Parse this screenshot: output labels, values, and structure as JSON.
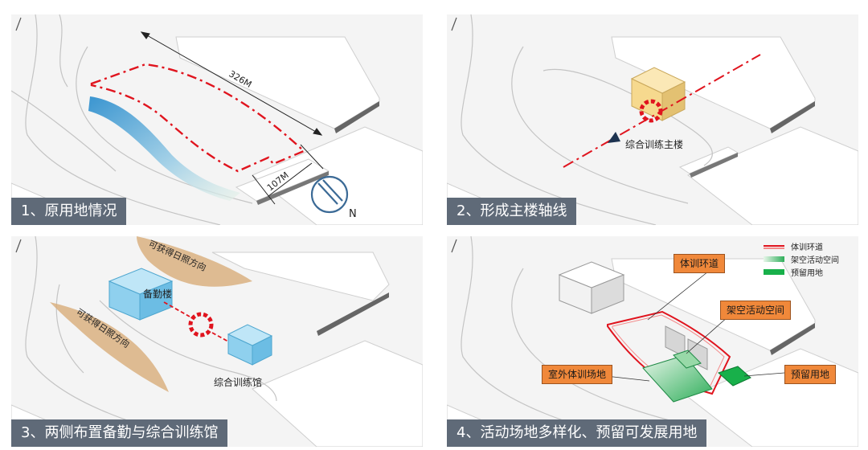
{
  "panels": [
    {
      "caption": "1、原用地情况",
      "length_label": "326M",
      "width_label": "107M",
      "compass_label": "N"
    },
    {
      "caption": "2、形成主楼轴线",
      "building_label": "综合训练主楼"
    },
    {
      "caption": "3、两侧布置备勤与综合训练馆",
      "sun_label_1": "可获得日照方向",
      "sun_label_2": "可获得日照方向",
      "building_a": "备勤楼",
      "building_b": "综合训练馆"
    },
    {
      "caption": "4、活动场地多样化、预留可发展用地",
      "callouts": [
        "体训环道",
        "架空活动空间",
        "室外体训场地",
        "预留用地"
      ],
      "legend": [
        "体训环道",
        "架空活动空间",
        "预留用地"
      ]
    }
  ],
  "colors": {
    "caption_bg": "#5f6a78",
    "boundary_red": "#e0141e",
    "callout_orange": "#f0883a",
    "reserved_green": "#18b04a",
    "building_blue": "#8fd0ee",
    "building_yellow": "#f6d98e",
    "sun_band": "#d9b080",
    "compass_blue": "#3b6a96"
  }
}
